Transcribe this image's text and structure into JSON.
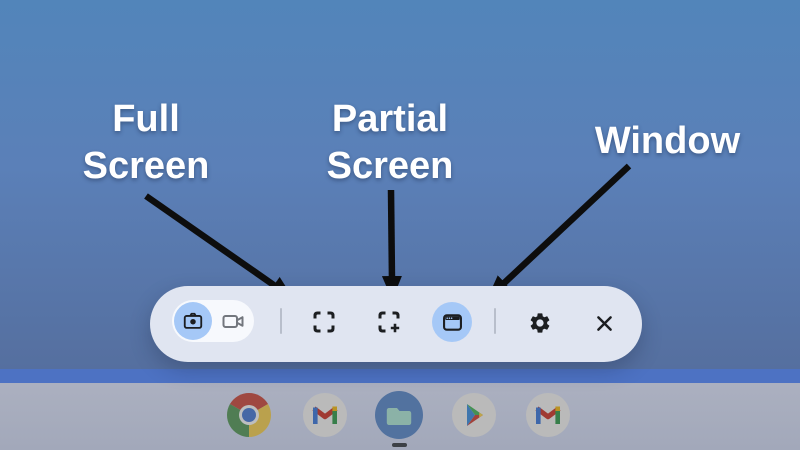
{
  "annotations": {
    "full_screen": "Full Screen",
    "partial_screen": "Partial Screen",
    "window": "Window"
  },
  "toolbar": {
    "capture_type_toggle": {
      "options": [
        {
          "icon": "camera-icon",
          "selected": true
        },
        {
          "icon": "video-camera-icon",
          "selected": false
        }
      ]
    },
    "buttons": [
      {
        "icon": "fullscreen-capture-icon",
        "selected": false
      },
      {
        "icon": "partial-capture-icon",
        "selected": false
      },
      {
        "icon": "window-capture-icon",
        "selected": true
      },
      {
        "icon": "settings-gear-icon",
        "selected": false
      },
      {
        "icon": "close-icon",
        "selected": false
      }
    ]
  },
  "shelf": {
    "apps": [
      "chrome",
      "gmail",
      "files",
      "play-store",
      "gmail"
    ],
    "active_app": "files"
  },
  "colors": {
    "selected_highlight": "#a5c8f7",
    "toolbar_bg": "#e0e5f1",
    "toggle_bg": "#f7f9fd",
    "icon_dark": "#1c1e21",
    "icon_gray": "#73777e",
    "annotation_text": "#ffffff",
    "arrow": "#0d0d0d",
    "wallpaper_top": "#5285ba",
    "wallpaper_bottom": "#556f9f",
    "shelf_bg": "#a6acbd"
  }
}
